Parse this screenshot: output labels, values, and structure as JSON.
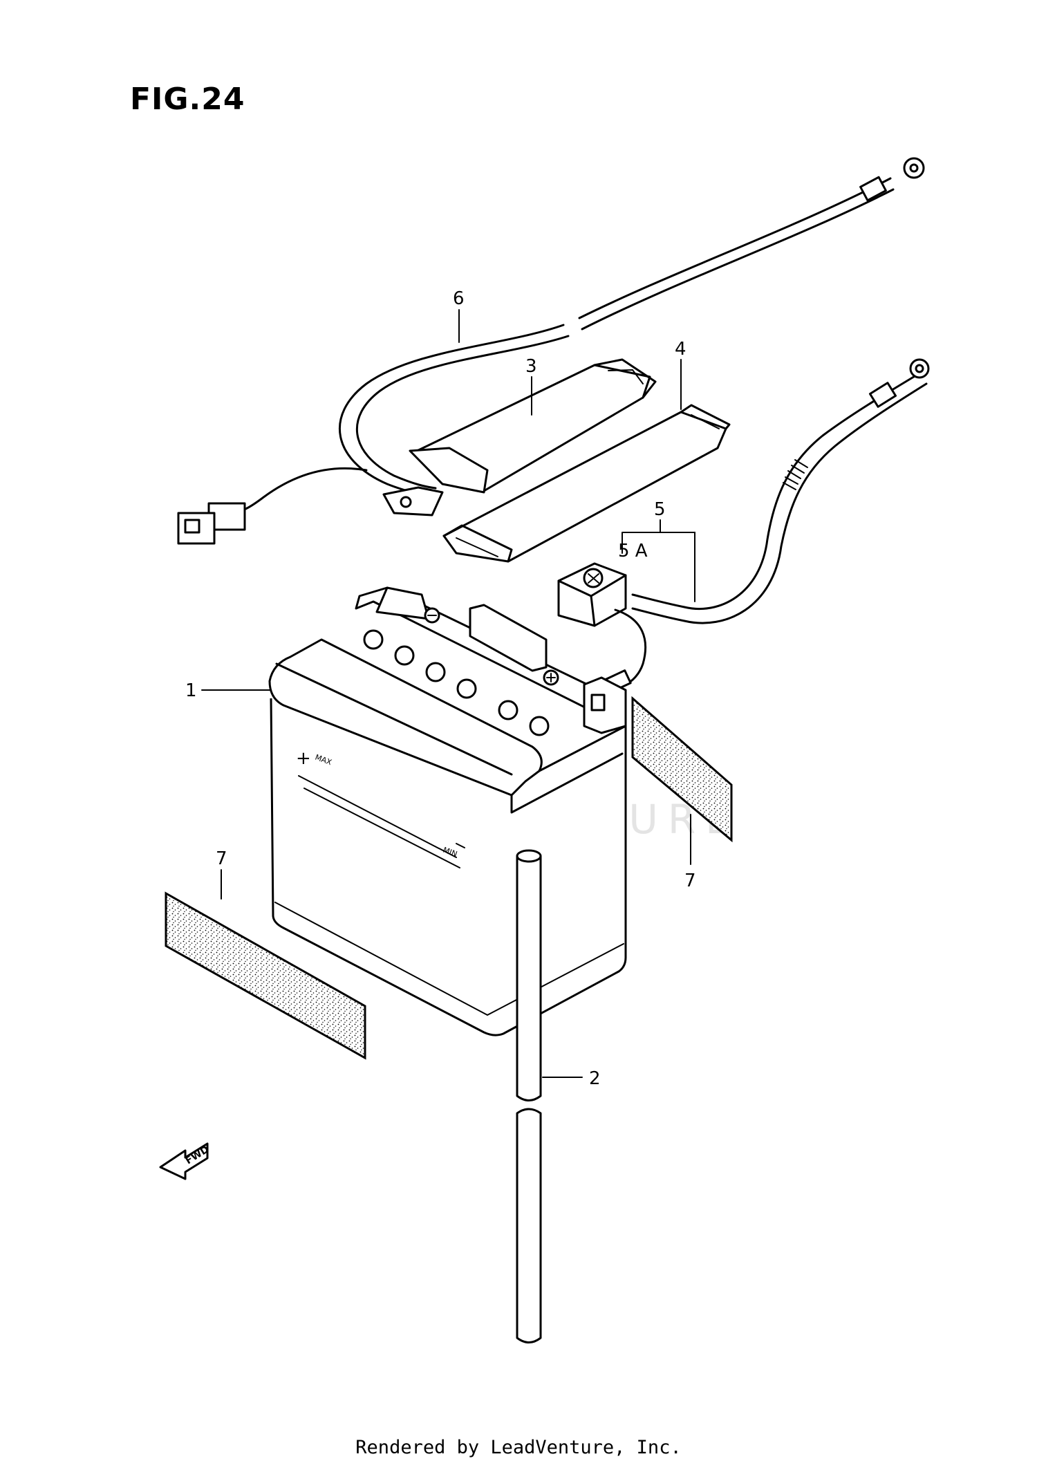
{
  "figure": {
    "title": "FIG.24"
  },
  "callouts": {
    "battery": "1",
    "breather_hose": "2",
    "strap_upper": "3",
    "strap_lower": "4",
    "lead_wire_positive": "5",
    "lead_wire_positive_sub": "5 A",
    "lead_wire_negative": "6",
    "pad_right": "7",
    "pad_left": "7"
  },
  "battery_marks": {
    "plus": "+",
    "max": "MAX",
    "min": "MIN",
    "minus": "—"
  },
  "fwd_label": "FWD",
  "watermark": "LEADVENTURE",
  "footer": "Rendered by LeadVenture, Inc."
}
